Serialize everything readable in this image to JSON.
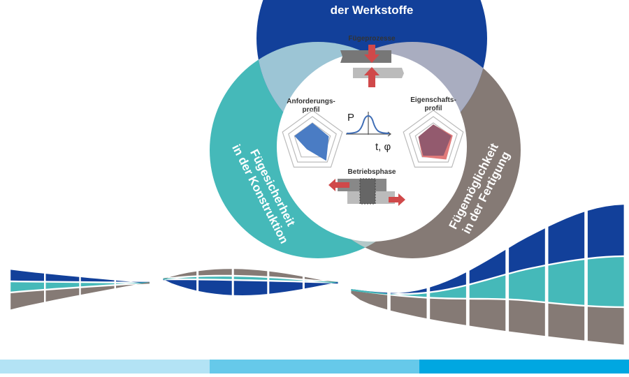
{
  "rings": {
    "top_label_line2": "der Werkstoffe",
    "left_label_line1": "Fügesicherheit",
    "left_label_line2": "in der Konstruktion",
    "right_label_line1": "Fügemöglichkeit",
    "right_label_line2": "in der Fertigung"
  },
  "center": {
    "joining_label": "Fügeprozesse",
    "requirement_label_line1": "Anforderungs-",
    "requirement_label_line2": "profil",
    "property_label_line1": "Eigenschafts-",
    "property_label_line2": "profil",
    "p_axis_label": "P",
    "t_axis_label": "t, φ",
    "operation_label": "Betriebsphase"
  },
  "colors": {
    "blue": "#12409a",
    "teal": "#45b9b9",
    "gray": "#857a75",
    "arrow_red": "#d0494a",
    "stripe_light": "#b3e3f5",
    "stripe_mid": "#66c9ea",
    "stripe_dark": "#00a7e1"
  }
}
